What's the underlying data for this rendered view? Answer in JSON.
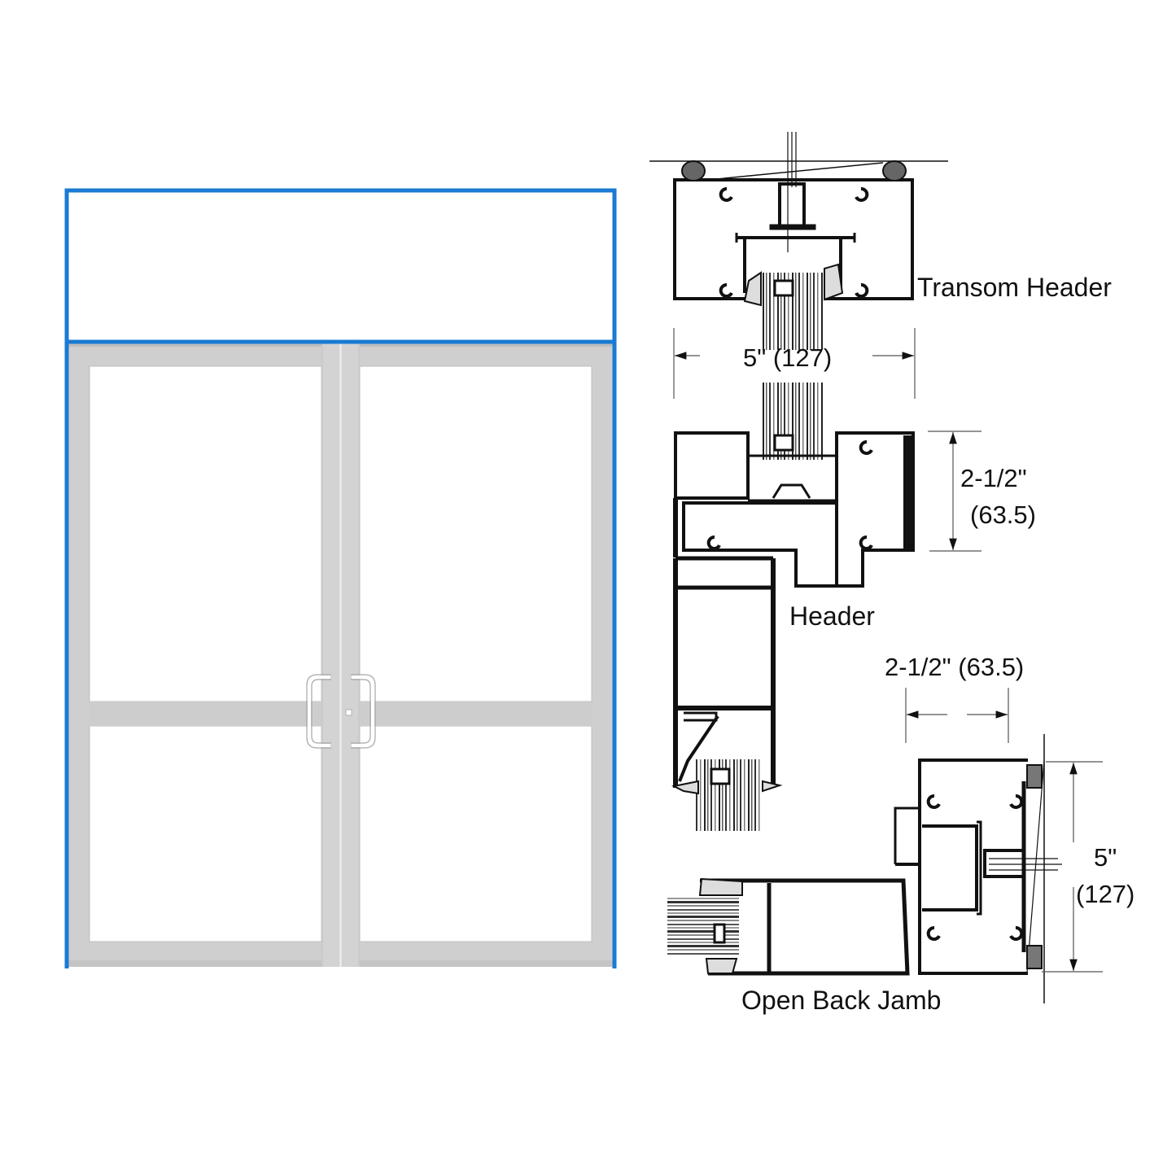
{
  "elevation": {
    "name": "double-door-with-transom",
    "frame_color": "#1a7ad4",
    "door_frame_color": "#cccccc",
    "glass_color": "#ffffff",
    "panels": [
      "transom",
      "left-door-upper",
      "left-door-lower",
      "right-door-upper",
      "right-door-lower"
    ],
    "hardware": "pull-handles"
  },
  "details": {
    "transom_header": {
      "label": "Transom Header",
      "width_dimension": "5\" (127)"
    },
    "header": {
      "label": "Header",
      "height_dimension_line1": "2-1/2\"",
      "height_dimension_line2": "(63.5)"
    },
    "jamb": {
      "label": "Open Back Jamb",
      "width_dimension": "2-1/2\" (63.5)",
      "height_dimension_line1": "5\"",
      "height_dimension_line2": "(127)"
    }
  },
  "colors": {
    "outline": "#111111",
    "dimension_line": "#666666",
    "glass_section": "#888888"
  }
}
